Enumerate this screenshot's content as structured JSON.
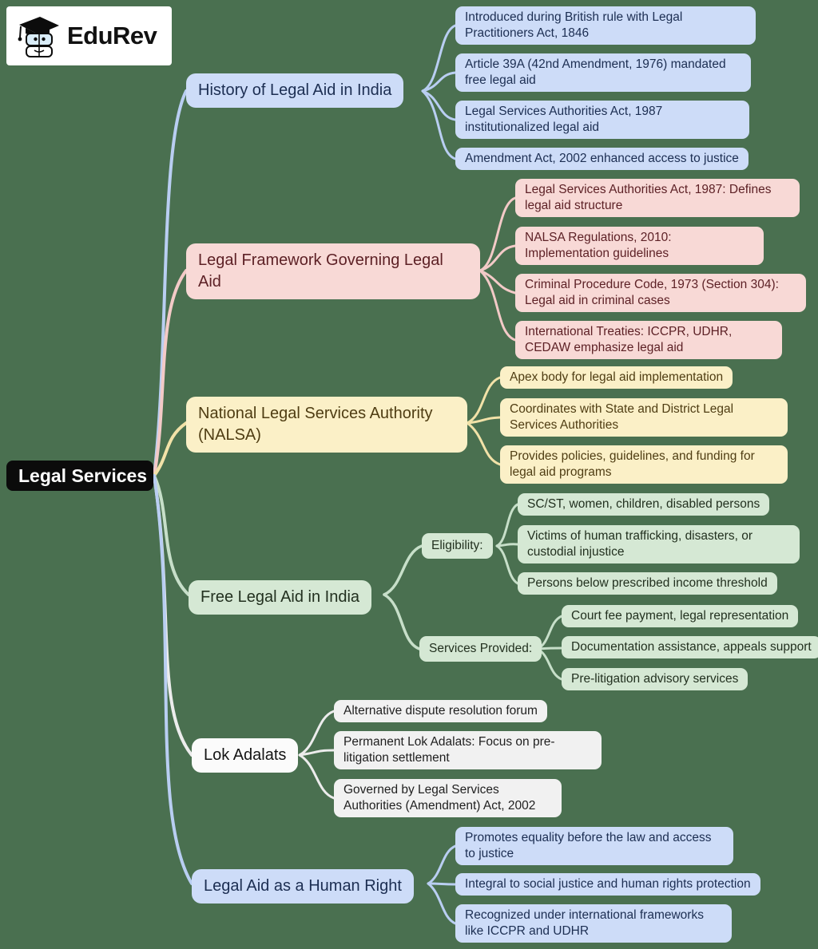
{
  "logo": {
    "brand": "EduRev"
  },
  "root": {
    "label": "Legal Services"
  },
  "palette": {
    "background": "#4a7050",
    "root_box": "#0b0b0b",
    "root_text": "#ffffff",
    "blue": {
      "box": "#cddcf8",
      "text": "#1c2e52",
      "edge": "#b9cef2"
    },
    "pink": {
      "box": "#f8d9d6",
      "text": "#5d2126",
      "edge": "#f3cac7"
    },
    "yellow": {
      "box": "#fbf0c7",
      "text": "#4f3d13",
      "edge": "#f2e2a8"
    },
    "green": {
      "box": "#d5e8d4",
      "text": "#22301f",
      "edge": "#c7dfc9"
    },
    "gray": {
      "box": "#f1f1f1",
      "text": "#1f1f1f",
      "edge": "#ececec"
    }
  },
  "branches": [
    {
      "label": "History of Legal Aid in India",
      "color": "blue",
      "children": [
        "Introduced during British rule with Legal Practitioners Act, 1846",
        "Article 39A (42nd Amendment, 1976) mandated free legal aid",
        "Legal Services Authorities Act, 1987 institutionalized legal aid",
        "Amendment Act, 2002 enhanced access to justice"
      ]
    },
    {
      "label": "Legal Framework Governing Legal Aid",
      "color": "pink",
      "children": [
        "Legal Services Authorities Act, 1987: Defines legal aid structure",
        "NALSA Regulations, 2010: Implementation guidelines",
        "Criminal Procedure Code, 1973 (Section 304): Legal aid in criminal cases",
        "International Treaties: ICCPR, UDHR, CEDAW emphasize legal aid"
      ]
    },
    {
      "label": "National Legal Services Authority (NALSA)",
      "color": "yellow",
      "children": [
        "Apex body for legal aid implementation",
        "Coordinates with State and District Legal Services Authorities",
        "Provides policies, guidelines, and funding for legal aid programs"
      ]
    },
    {
      "label": "Free Legal Aid in India",
      "color": "green",
      "subbranches": [
        {
          "label": "Eligibility:",
          "children": [
            "SC/ST, women, children, disabled persons",
            "Victims of human trafficking, disasters, or custodial injustice",
            "Persons below prescribed income threshold"
          ]
        },
        {
          "label": "Services Provided:",
          "children": [
            "Court fee payment, legal representation",
            "Documentation assistance, appeals support",
            "Pre-litigation advisory services"
          ]
        }
      ]
    },
    {
      "label": "Lok Adalats",
      "color": "gray",
      "children": [
        "Alternative dispute resolution forum",
        "Permanent Lok Adalats: Focus on pre-litigation settlement",
        "Governed by Legal Services Authorities (Amendment) Act, 2002"
      ]
    },
    {
      "label": "Legal Aid as a Human Right",
      "color": "blue",
      "children": [
        "Promotes equality before the law and access to justice",
        "Integral to social justice and human rights protection",
        "Recognized under international frameworks like ICCPR and UDHR"
      ]
    }
  ]
}
